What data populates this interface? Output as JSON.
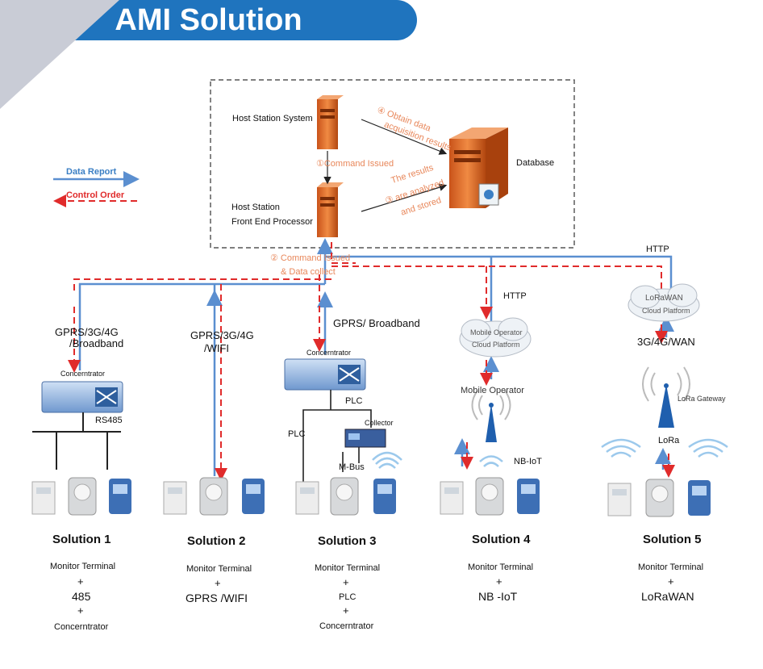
{
  "title": "AMI Solution",
  "legend": {
    "data_report": "Data Report",
    "control_order": "Control Order"
  },
  "servers": {
    "host_station_system": "Host Station System",
    "host_station_fep_line1": "Host Station",
    "host_station_fep_line2": "Front End Processor",
    "database": "Database"
  },
  "steps": {
    "step1": "①Command Issued",
    "step2_line1": "② Command Issued",
    "step2_line2": "& Data collect",
    "step3_line1": "The results",
    "step3_line2": "③ are analyzed",
    "step3_line3": "and stored",
    "step4_line1": "④ Obtain data",
    "step4_line2": "acquisition results"
  },
  "links": {
    "http_top": "HTTP",
    "http_mobile": "HTTP",
    "gprs_3g_4g": "GPRS/3G/4G",
    "broadband": "/Broadband",
    "gprs_3g_4g_2": "GPRS/3G/4G",
    "wifi": "/WIFI",
    "gprs_broadband": "GPRS/ Broadband",
    "wan": "3G/4G/WAN",
    "rs485": "RS485",
    "plc_a": "PLC",
    "plc_b": "PLC",
    "mbus": "M-Bus",
    "nbiot": "NB-IoT",
    "lora": "LoRa"
  },
  "devices": {
    "concentrator_1": "Concerntrator",
    "concentrator_3": "Concerntrator",
    "collector": "Collector",
    "mobile_cloud_line1": "Mobile Operator",
    "mobile_cloud_line2": "Cloud Platform",
    "mobile_operator": "Mobile Operator",
    "lorawan_cloud_line1": "LoRaWAN",
    "lorawan_cloud_line2": "Cloud Platform",
    "lora_gateway": "LoRa Gateway"
  },
  "solutions": [
    {
      "title": "Solution 1",
      "lines": [
        "Monitor Terminal",
        "+",
        "485",
        "+",
        "Concerntrator"
      ]
    },
    {
      "title": "Solution 2",
      "lines": [
        "Monitor Terminal",
        "+",
        "GPRS /WIFI"
      ]
    },
    {
      "title": "Solution 3",
      "lines": [
        "Monitor Terminal",
        "+",
        "PLC",
        "+",
        "Concerntrator"
      ]
    },
    {
      "title": "Solution 4",
      "lines": [
        "Monitor Terminal",
        "+",
        "NB -IoT"
      ]
    },
    {
      "title": "Solution 5",
      "lines": [
        "Monitor Terminal",
        "+",
        "LoRaWAN"
      ]
    }
  ],
  "colors": {
    "blue": "#5b8fd0",
    "red": "#e02b2b",
    "title_bg": "#1f74be",
    "server": "#e0712c"
  }
}
